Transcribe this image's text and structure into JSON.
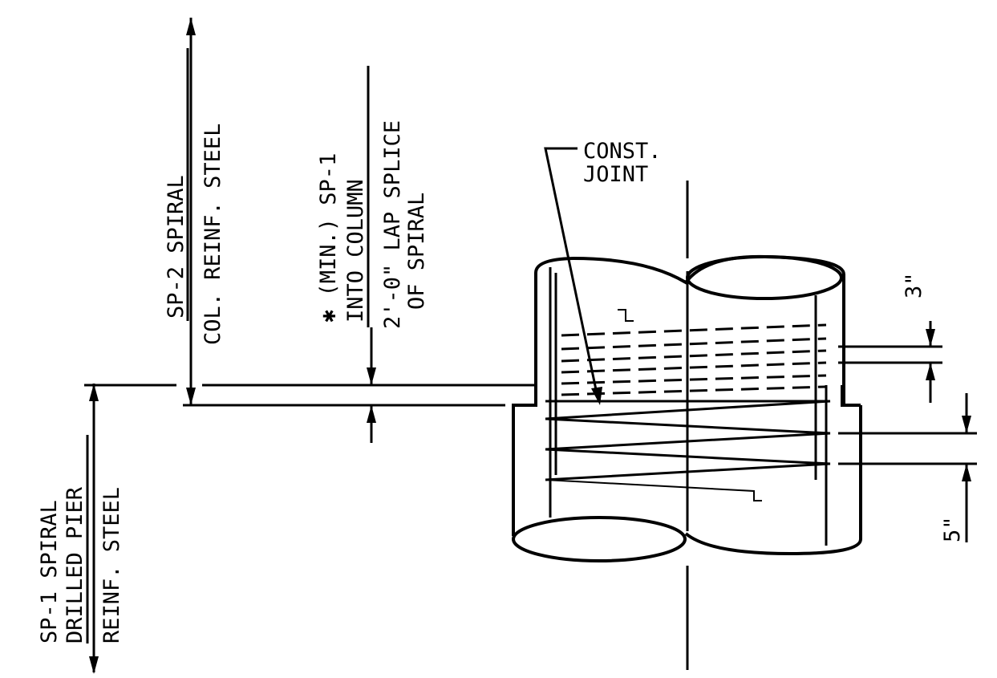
{
  "labels": {
    "sp1_line1": "SP-1 SPIRAL",
    "sp1_line2": "DRILLED PIER",
    "sp1_line3": "REINF. STEEL",
    "sp2_line1": "SP-2  SPIRAL",
    "sp2_line2": "COL. REINF. STEEL",
    "lap_line1": "✱ (MIN.) SP-1",
    "lap_line2": "INTO COLUMN",
    "lap_line3": "2'-0\" LAP SPLICE",
    "lap_line4": "OF SPIRAL",
    "joint_line1": "CONST.",
    "joint_line2": "JOINT",
    "dim_top": "3\"",
    "dim_bottom": "5\""
  }
}
